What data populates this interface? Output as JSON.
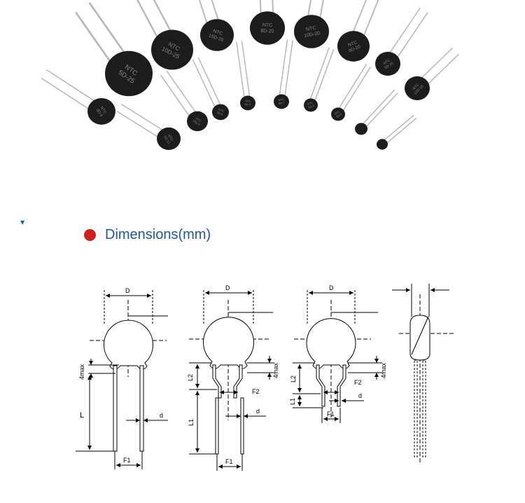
{
  "heading": {
    "text": "Dimensions(mm)"
  },
  "colors": {
    "accent_dot": "#cc1f1f",
    "heading_text": "#2456a0",
    "part_body": "#1c1c1c",
    "part_text": "#8a8a8a"
  },
  "photo": {
    "thermistors": [
      {
        "line1": "NTC",
        "line2": "5D-25"
      },
      {
        "line1": "NTC",
        "line2": "10D-25"
      },
      {
        "line1": "NTC",
        "line2": "15D-20"
      },
      {
        "line1": "NTC",
        "line2": "8D-20"
      },
      {
        "line1": "NTC",
        "line2": "10D-20"
      },
      {
        "line1": "NTC",
        "line2": "8D-20"
      },
      {
        "line1": "NTC",
        "line2": "5D-15"
      },
      {
        "line1": "NTC",
        "line2": "10D-15"
      },
      {
        "line1": "NTC",
        "line2": "8D-9"
      },
      {
        "line1": "NTC",
        "line2": "5D-11"
      },
      {
        "line1": "NTC",
        "line2": "10D-9"
      },
      {
        "line1": "NTC",
        "line2": "5D-9"
      },
      {
        "line1": "NTC",
        "line2": "5D-7"
      },
      {
        "line1": "NTC",
        "line2": "8D-7"
      },
      {
        "line1": "NTC",
        "line2": "5D-5"
      },
      {
        "line1": "NTC",
        "line2": "5D-5"
      },
      {
        "line1": "",
        "line2": ""
      }
    ]
  },
  "diagram1": {
    "D": "D",
    "four_max": "4max",
    "L": "L",
    "d": "d",
    "F1": "F1"
  },
  "diagram2": {
    "D": "D",
    "four_max": "4max",
    "L2": "L2",
    "F2": "F2",
    "L1": "L1",
    "d": "d",
    "F1": "F1"
  },
  "diagram3": {
    "D": "D",
    "four_max": "4max",
    "L2": "L2",
    "F2": "F2",
    "L1": "L1",
    "d": "d",
    "F1": "F1"
  }
}
